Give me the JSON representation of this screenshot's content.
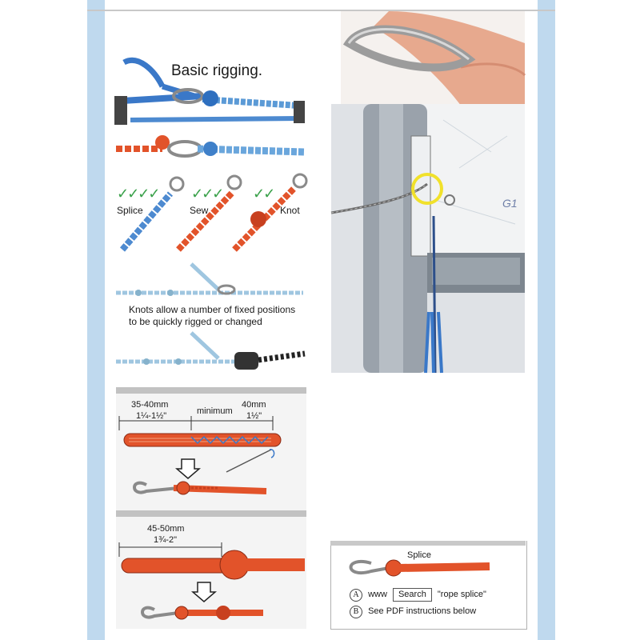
{
  "header": {
    "title": "Basic rigging."
  },
  "knot_labels": {
    "splice": "Splice",
    "sew": "Sew",
    "knot": "Knot",
    "checkmarks_splice": "✓✓✓✓",
    "checkmarks_sew": "✓✓✓",
    "checkmarks_knot": "✓✓"
  },
  "knots_note": {
    "line1": "Knots allow a number of fixed positions",
    "line2": "to be quickly rigged or changed"
  },
  "sew_diagram": {
    "left_mm": "35-40mm",
    "left_in": "1¼-1½\"",
    "mid": "minimum",
    "right_mm": "40mm",
    "right_in": "1½\""
  },
  "knot_diagram": {
    "mm": "45-50mm",
    "in": "1¾-2\""
  },
  "photo": {
    "sail_label": "G1"
  },
  "splice_box": {
    "title": "Splice",
    "a_letter": "A",
    "a_prefix": "www",
    "a_search": "Search",
    "a_term": "\"rope splice\"",
    "b_letter": "B",
    "b_text": "See PDF instructions below"
  },
  "colors": {
    "accent_blue": "#3a78c8",
    "accent_orange": "#e2532a",
    "side_bar": "#bfd9ee"
  }
}
